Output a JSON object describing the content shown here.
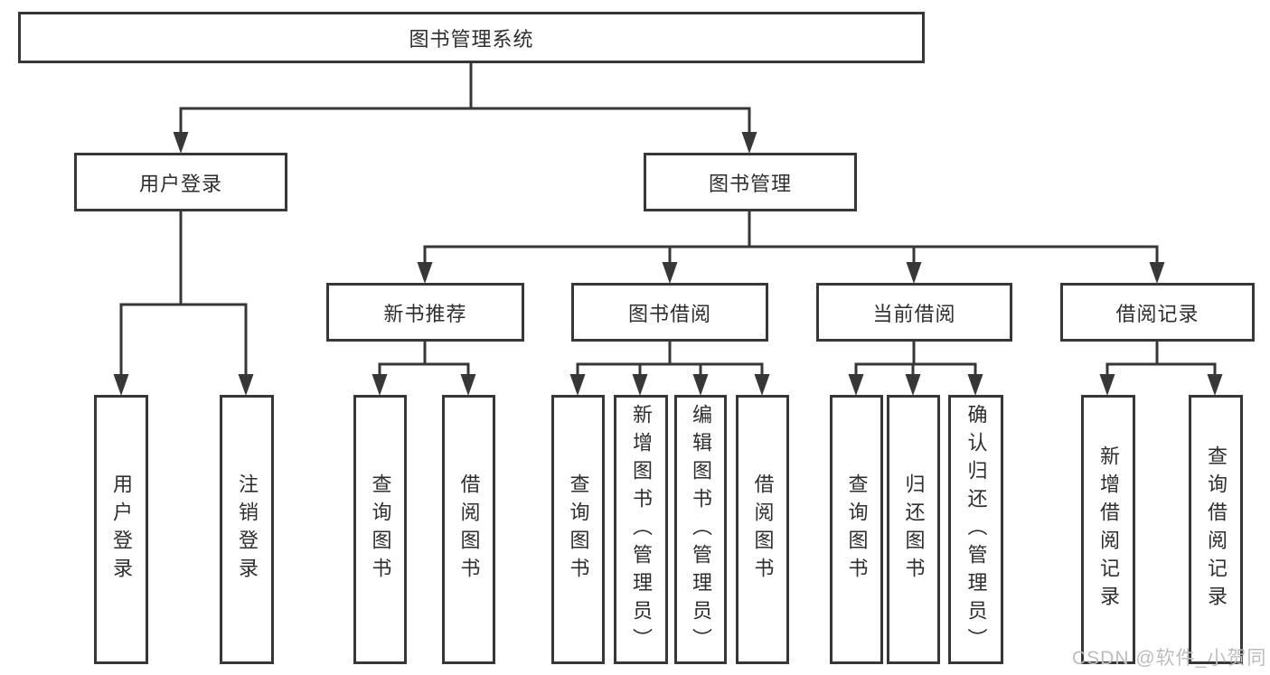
{
  "diagram_title": "图书管理系统",
  "colors": {
    "line": "#373737",
    "box_border": "#373737",
    "box_background": "#ffffff",
    "text": "#2e2e2e",
    "watermark": "#bdbdbd"
  },
  "nodes": {
    "root": {
      "label": "图书管理系统"
    },
    "user_login": {
      "label": "用户登录"
    },
    "book_mgmt": {
      "label": "图书管理"
    },
    "new_book_rec": {
      "label": "新书推荐"
    },
    "book_borrow": {
      "label": "图书借阅"
    },
    "current_borrow": {
      "label": "当前借阅"
    },
    "borrow_records": {
      "label": "借阅记录"
    },
    "leaf_user_login": {
      "label": "用户登录"
    },
    "leaf_logout": {
      "label": "注销登录"
    },
    "leaf_query_1": {
      "label": "查询图书"
    },
    "leaf_borrow_1": {
      "label": "借阅图书"
    },
    "leaf_query_2": {
      "label": "查询图书"
    },
    "leaf_add_book": {
      "label": "新增图书（管理员）"
    },
    "leaf_edit_book": {
      "label": "编辑图书（管理员）"
    },
    "leaf_borrow_2": {
      "label": "借阅图书"
    },
    "leaf_query_3": {
      "label": "查询图书"
    },
    "leaf_return_book": {
      "label": "归还图书"
    },
    "leaf_confirm_return": {
      "label": "确认归还（管理员）"
    },
    "leaf_add_record": {
      "label": "新增借阅记录"
    },
    "leaf_query_record": {
      "label": "查询借阅记录"
    }
  },
  "structure": {
    "root": [
      "user_login",
      "book_mgmt"
    ],
    "user_login": [
      "leaf_user_login",
      "leaf_logout"
    ],
    "book_mgmt": [
      "new_book_rec",
      "book_borrow",
      "current_borrow",
      "borrow_records"
    ],
    "new_book_rec": [
      "leaf_query_1",
      "leaf_borrow_1"
    ],
    "book_borrow": [
      "leaf_query_2",
      "leaf_add_book",
      "leaf_edit_book",
      "leaf_borrow_2"
    ],
    "current_borrow": [
      "leaf_query_3",
      "leaf_return_book",
      "leaf_confirm_return"
    ],
    "borrow_records": [
      "leaf_add_record",
      "leaf_query_record"
    ]
  },
  "watermark": {
    "text": "CSDN @软件_小贺同学"
  }
}
